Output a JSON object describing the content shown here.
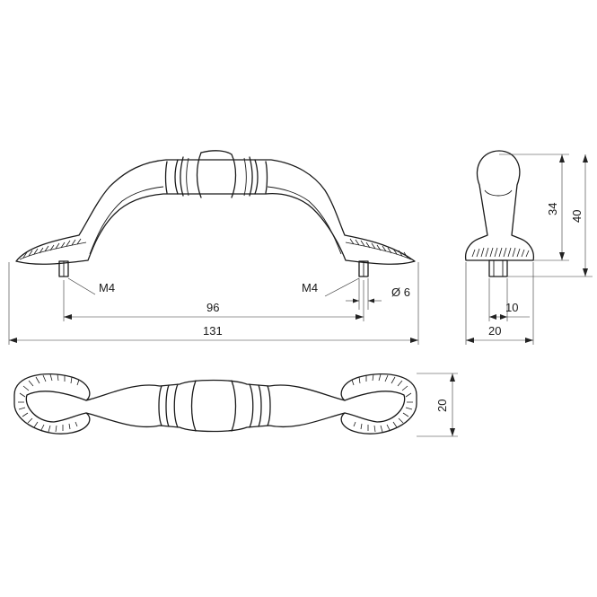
{
  "front_view": {
    "thread_left": "M4",
    "thread_right": "M4",
    "diameter": "Ø 6",
    "hole_spacing": "96",
    "overall_length": "131"
  },
  "side_view": {
    "height_inner": "34",
    "height_total": "40",
    "pin_width": "10",
    "base_width": "20"
  },
  "top_view": {
    "width": "20"
  }
}
